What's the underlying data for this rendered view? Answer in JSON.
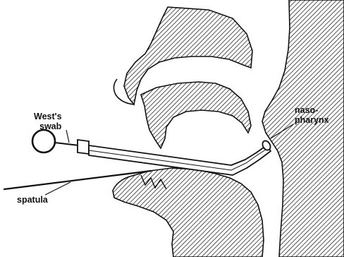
{
  "labels": {
    "swab_line1": "West's",
    "swab_line2": "swab",
    "naso_line1": "naso-",
    "naso_line2": "pharynx",
    "spatula": "spatula"
  },
  "colors": {
    "ink": "#111111",
    "background": "#ffffff"
  }
}
